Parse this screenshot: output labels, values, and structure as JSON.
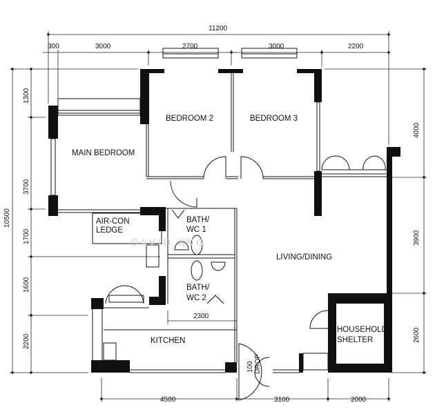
{
  "rooms": {
    "main_bedroom": "MAIN BEDROOM",
    "bedroom2": "BEDROOM 2",
    "bedroom3": "BEDROOM 3",
    "aircon_1": "AIR-CON",
    "aircon_2": "LEDGE",
    "bath1_1": "BATH/",
    "bath1_2": "WC 1",
    "bath2_1": "BATH/",
    "bath2_2": "WC 2",
    "living": "LIVING/DINING",
    "kitchen": "KITCHEN",
    "shelter_1": "HOUSEHOLD",
    "shelter_2": "SHELTER",
    "drop_1": "100",
    "drop_2": "DROP"
  },
  "dimensions": {
    "top_total": "11200",
    "top": [
      "300",
      "3000",
      "2700",
      "3000",
      "2200"
    ],
    "left_total": "10500",
    "left": [
      "1300",
      "3700",
      "1700",
      "1600",
      "2200"
    ],
    "right": [
      "4000",
      "3900",
      "2600"
    ],
    "bottom": [
      "4500",
      "3100",
      "2000"
    ],
    "kitchen_inner": "2300"
  },
  "watermark": "D A V I D   A N G"
}
